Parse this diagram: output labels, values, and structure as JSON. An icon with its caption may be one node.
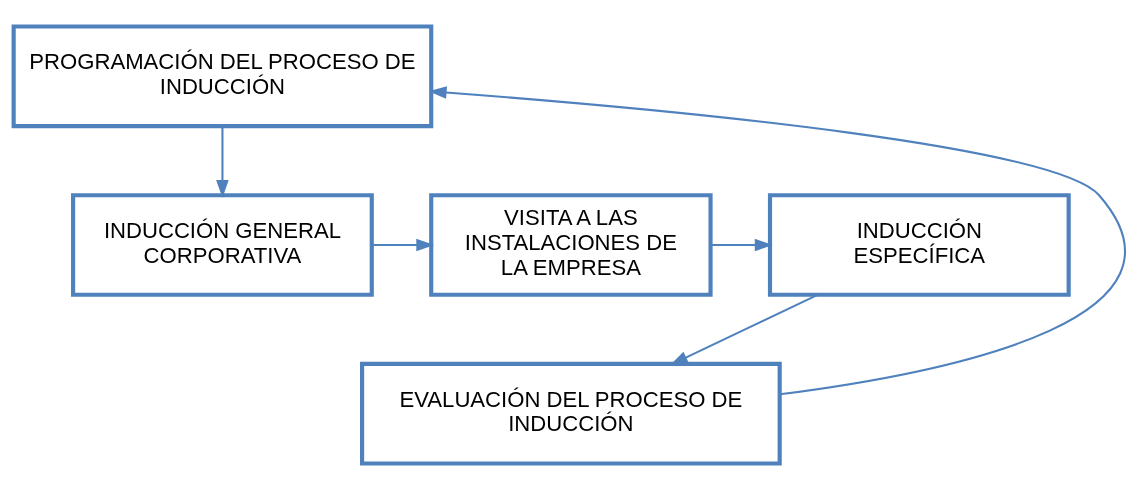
{
  "diagram": {
    "nodes": [
      {
        "text": [
          "PROGRAMACIÓN DEL PROCESO DE INDUCCIÓN"
        ]
      },
      {
        "text": [
          "INDUCCIÓN GENERAL CORPORATIVA"
        ]
      },
      {
        "text": [
          "VISITA A LAS INSTALACIONES DE LA EMPRESA"
        ]
      },
      {
        "text": [
          "INDUCCIÓN ESPECÍFICA"
        ]
      },
      {
        "text": [
          "EVALUACIÓN DEL PROCESO DE INDUCCIÓN"
        ]
      }
    ],
    "edges": [
      {
        "from": 0,
        "to": 1,
        "arrow": "to"
      },
      {
        "from": 1,
        "to": 2,
        "arrow": "to"
      },
      {
        "from": 2,
        "to": 3,
        "arrow": "to"
      },
      {
        "from": 3,
        "to": 4,
        "arrow": "to"
      },
      {
        "from": 4,
        "to": 0,
        "arrow": "to"
      }
    ]
  }
}
